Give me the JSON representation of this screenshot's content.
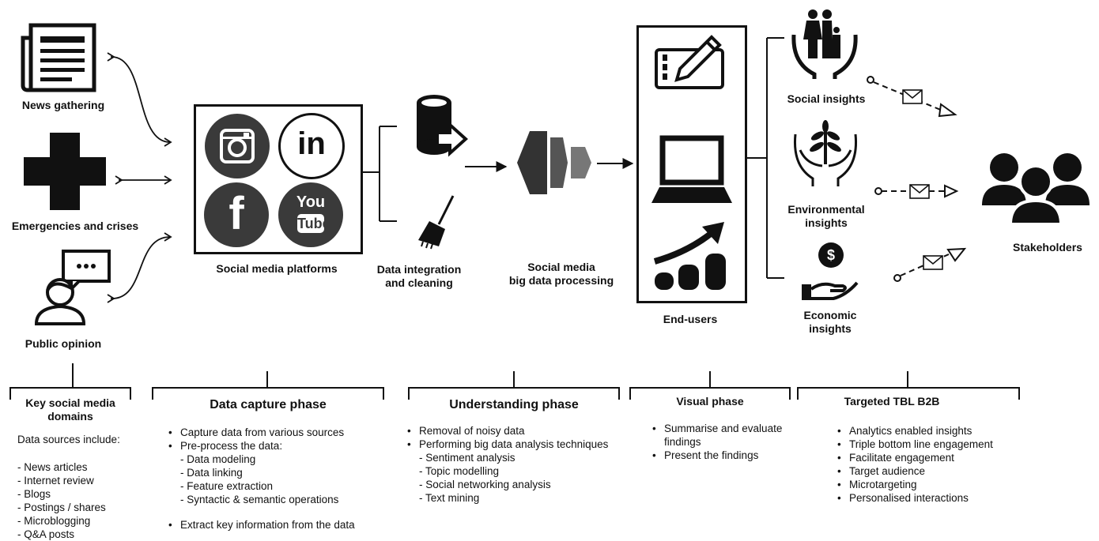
{
  "sources": {
    "news": "News gathering",
    "emergencies": "Emergencies and crises",
    "public": "Public opinion"
  },
  "platforms": {
    "label": "Social media platforms",
    "linkedin": "in",
    "youtube_top": "You",
    "youtube_bottom": "Tube",
    "facebook": "f"
  },
  "integration": {
    "line1": "Data integration",
    "line2": "and cleaning"
  },
  "processing": {
    "line1": "Social media",
    "line2": "big data processing"
  },
  "endusers": {
    "label": "End-users"
  },
  "insights": {
    "social": "Social insights",
    "env1": "Environmental",
    "env2": "insights",
    "econ1": "Economic",
    "econ2": "insights",
    "dollar": "$"
  },
  "stakeholders": "Stakeholders",
  "phases": {
    "domains": {
      "title1": "Key social media",
      "title2": "domains",
      "intro": "Data sources include:",
      "items": [
        "- News articles",
        "- Internet review",
        "- Blogs",
        "- Postings / shares",
        "- Microblogging",
        "- Q&A posts"
      ]
    },
    "capture": {
      "title": "Data capture phase",
      "b1": "Capture data from various sources",
      "b2": "Pre-process the data:",
      "subs": [
        "- Data modeling",
        "- Data linking",
        "- Feature extraction",
        "- Syntactic & semantic operations"
      ],
      "b3": "Extract key information from the data"
    },
    "understanding": {
      "title": "Understanding phase",
      "b1": "Removal of noisy data",
      "b2": "Performing big data analysis techniques",
      "subs": [
        "- Sentiment analysis",
        "- Topic modelling",
        "- Social networking analysis",
        "- Text mining"
      ]
    },
    "visual": {
      "title": "Visual phase",
      "b1a": "Summarise and evaluate",
      "b1b": "findings",
      "b2": "Present the findings"
    },
    "tbl": {
      "title": "Targeted TBL B2B",
      "items": [
        "Analytics enabled insights",
        "Triple bottom line engagement",
        "Facilitate engagement",
        "Target audience",
        "Microtargeting",
        "Personalised interactions"
      ]
    }
  }
}
